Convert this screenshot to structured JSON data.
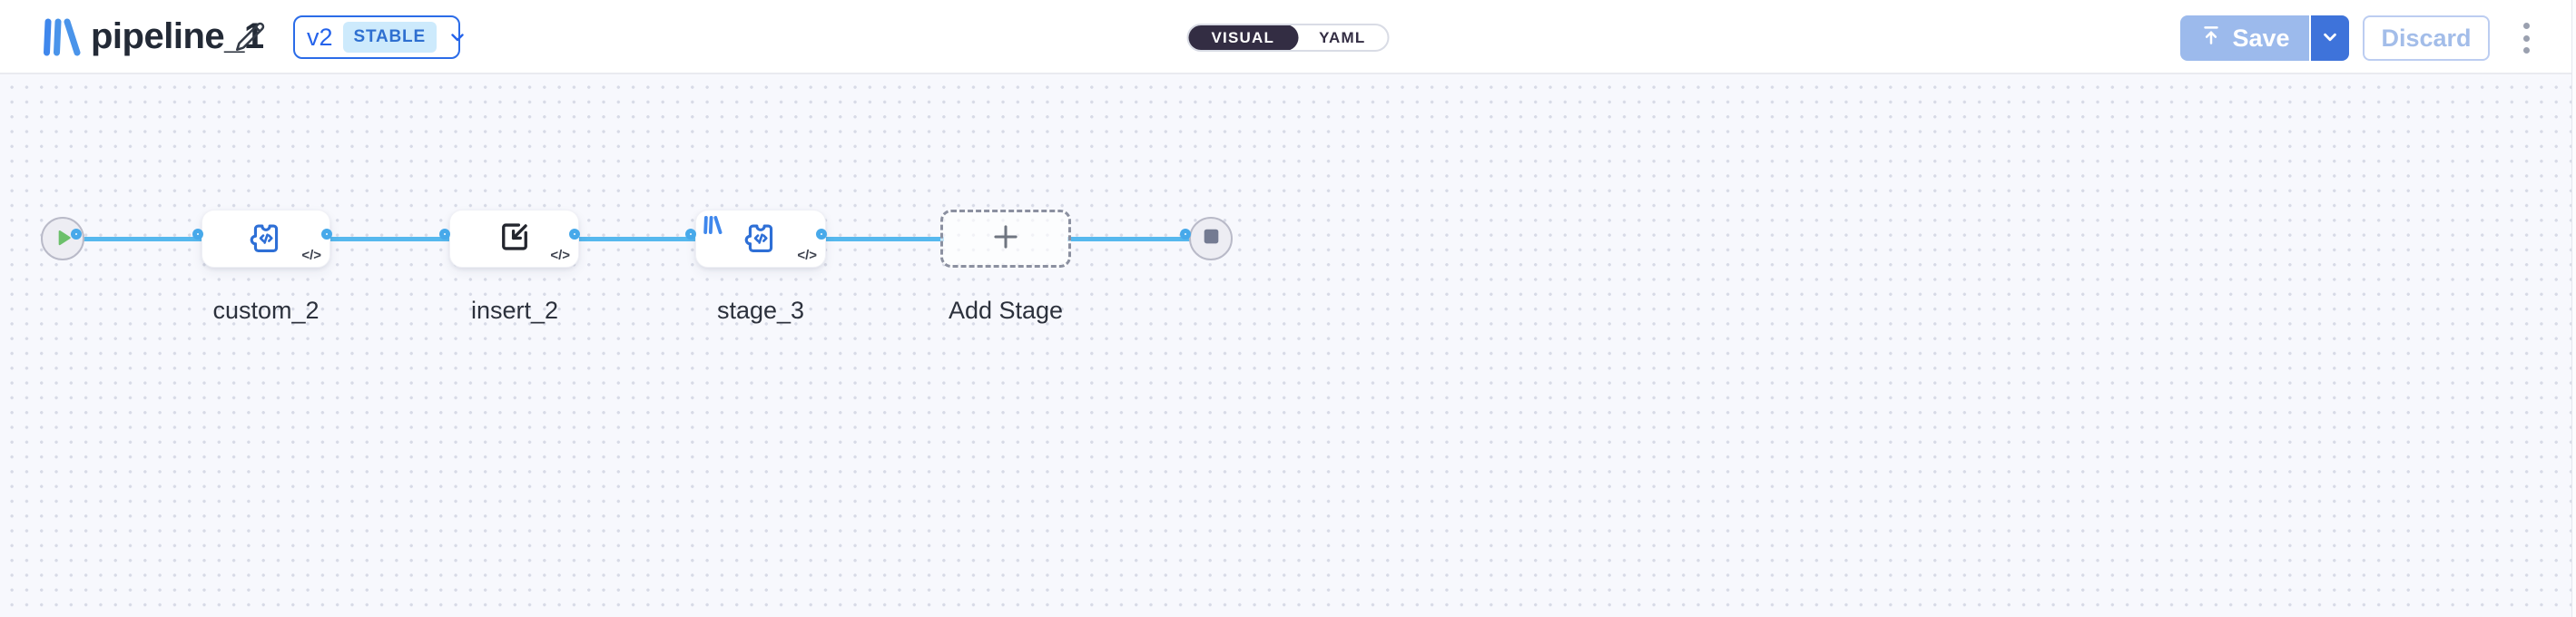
{
  "header": {
    "title": "pipeline_1",
    "version": {
      "label": "v2",
      "status_badge": "STABLE"
    },
    "view_toggle": {
      "visual_label": "VISUAL",
      "yaml_label": "YAML",
      "selected": "VISUAL"
    },
    "save_button": {
      "label": "Save",
      "enabled": false
    },
    "discard_button": {
      "label": "Discard",
      "enabled": false
    }
  },
  "canvas": {
    "nodes": [
      {
        "id": "start",
        "type": "start",
        "icon": "play-icon"
      },
      {
        "id": "custom_2",
        "type": "stage",
        "label": "custom_2",
        "icon": "puzzle-code-icon",
        "badge": "</>"
      },
      {
        "id": "insert_2",
        "type": "stage",
        "label": "insert_2",
        "icon": "insert-icon",
        "badge": "</>"
      },
      {
        "id": "stage_3",
        "type": "stage",
        "label": "stage_3",
        "icon": "puzzle-code-icon",
        "badge": "</>",
        "corner_icon": "brand-logo"
      },
      {
        "id": "add_stage",
        "type": "add",
        "label": "Add Stage",
        "icon": "plus-icon"
      },
      {
        "id": "end",
        "type": "end",
        "icon": "stop-icon"
      }
    ]
  },
  "colors": {
    "accent_blue": "#2563eb",
    "edge_blue": "#56b8ee",
    "handle_blue": "#47a9ea",
    "save_disabled_bg": "#9cbaec",
    "save_caret_bg": "#3e73da",
    "toggle_active_bg": "#332d43",
    "stable_badge_bg": "#cdeafc",
    "canvas_bg": "#f7f8fd",
    "play_green": "#6cc06b",
    "stop_gray": "#747b92"
  }
}
